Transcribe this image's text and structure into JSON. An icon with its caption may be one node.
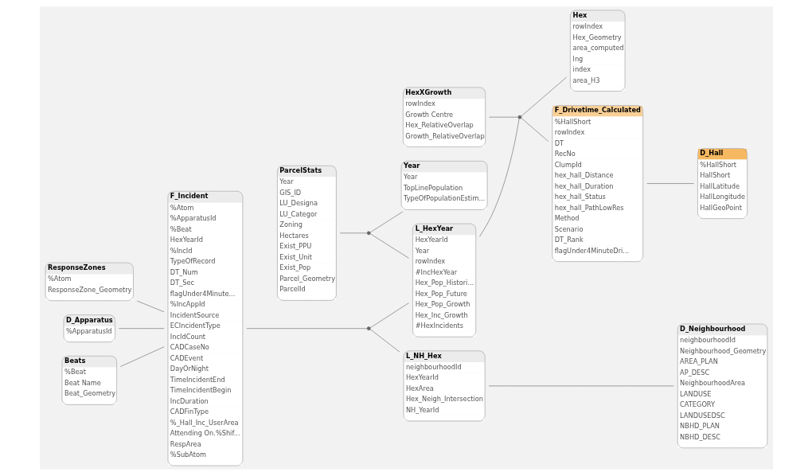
{
  "diagram": {
    "nodes": [
      {
        "text": [
          "F_Incident",
          "%Atom",
          "%ApparatusId",
          "%Beat",
          "HexYearId",
          "%IncId",
          "TypeOfRecord",
          "DT_Num",
          "DT_Sec",
          "flagUnder4Minute...",
          "%IncAppId",
          "IncidentSource",
          "ECIncidentType",
          "IncIdCount",
          "CADCaseNo",
          "CADEvent",
          "DayOrNight",
          "TimeIncidentEnd",
          "TimeIncidentBegin",
          "IncDuration",
          "CADFinType",
          "%_Hall_Inc_UserArea",
          "Attending On.%Shif...",
          "RespArea",
          "%SubAtom"
        ]
      },
      {
        "text": [
          "ResponseZones",
          "%Atom",
          "ResponseZone_Geometry"
        ]
      },
      {
        "text": [
          "D_Apparatus",
          "%ApparatusId"
        ]
      },
      {
        "text": [
          "Beats",
          "%Beat",
          "Beat Name",
          "Beat_Geometry"
        ]
      },
      {
        "text": [
          "L_NH_Hex",
          "neighbourhoodId",
          "HexYearId",
          "HexArea",
          "Hex_Neigh_Intersection",
          "NH_YearId"
        ]
      },
      {
        "text": [
          "D_Neighbourhood",
          "neighbourhoodId",
          "Neighbourhood_Geometry",
          "AREA_PLAN",
          "AP_DESC",
          "NeighbourhoodArea",
          "LANDUSE",
          "CATEGORY",
          "LANDUSEDSC",
          "NBHD_PLAN",
          "NBHD_DESC"
        ]
      },
      {
        "text": [
          "HexXGrowth",
          "rowIndex",
          "Growth Centre",
          "Hex_RelativeOverlap",
          "Growth_RelativeOverlap"
        ]
      },
      {
        "text": [
          "Hex",
          "rowIndex",
          "Hex_Geometry",
          "area_computed",
          "lng",
          "index",
          "area_H3"
        ]
      },
      {
        "text": [
          "ParcelStats",
          "Year",
          "GIS_ID",
          "LU_Designa",
          "LU_Categor",
          "Zoning",
          "Hectares",
          "Exist_PPU",
          "Exist_Unit",
          "Exist_Pop",
          "Parcel_Geometry",
          "ParcelId"
        ]
      },
      {
        "text": [
          "L_HexYear",
          "HexYearId",
          "Year",
          "rowIndex",
          "#IncHexYear",
          "Hex_Pop_Histori...",
          "Hex_Pop_Future",
          "Hex_Pop_Growth",
          "Hex_Inc_Growth",
          "#HexIncidents"
        ]
      },
      {
        "text": [
          "Year",
          "Year",
          "TopLinePopulation",
          "TypeOfPopulationEstim..."
        ]
      },
      {
        "text": [
          "F_Drivetime_Calculated",
          "%HallShort",
          "rowIndex",
          "DT",
          "RecNo",
          "ClumpId",
          "hex_hall_Distance",
          "hex_hall_Duration",
          "hex_hall_Status",
          "hex_hall_PathLowRes",
          "Method",
          "Scenario",
          "DT_Rank",
          "flagUnder4MinuteDri..."
        ]
      },
      {
        "text": [
          "D_Hall",
          "%HallShort",
          "HallShort",
          "HallLatitude",
          "HallLongitude",
          "HallGeoPoint"
        ]
      },
      {
        "text": [],
        "shape": "circle"
      },
      {
        "text": [],
        "shape": "circle"
      },
      {
        "text": [],
        "shape": "circle"
      }
    ],
    "edges": [
      {
        "from": 1,
        "to": 0,
        "arrow": "none"
      },
      {
        "from": 2,
        "to": 0,
        "arrow": "none"
      },
      {
        "from": 3,
        "to": 0,
        "arrow": "none"
      },
      {
        "from": 0,
        "to": 13,
        "arrow": "none"
      },
      {
        "from": 13,
        "to": 4,
        "arrow": "none"
      },
      {
        "from": 13,
        "to": 9,
        "arrow": "none"
      },
      {
        "from": 4,
        "to": 5,
        "arrow": "none"
      },
      {
        "from": 8,
        "to": 14,
        "arrow": "none"
      },
      {
        "from": 14,
        "to": 9,
        "arrow": "none"
      },
      {
        "from": 14,
        "to": 10,
        "arrow": "none"
      },
      {
        "from": 6,
        "to": 15,
        "arrow": "none"
      },
      {
        "from": 15,
        "to": 7,
        "arrow": "none"
      },
      {
        "from": 15,
        "to": 9,
        "arrow": "none"
      },
      {
        "from": 15,
        "to": 11,
        "arrow": "none"
      },
      {
        "from": 11,
        "to": 12,
        "arrow": "none"
      }
    ]
  }
}
